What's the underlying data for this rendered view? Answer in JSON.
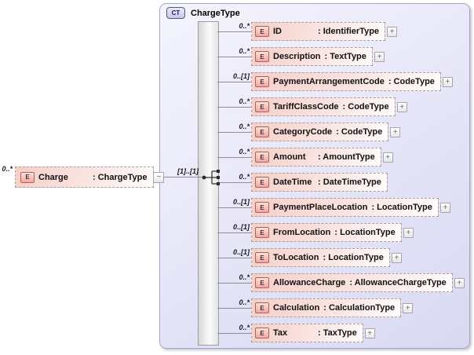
{
  "diagram": {
    "complex_type": {
      "badge": "CT",
      "title": "ChargeType"
    },
    "root": {
      "cardinality": "0..*",
      "icon": "E",
      "name": "Charge",
      "type_label": ": ChargeType",
      "collapse_glyph": "−"
    },
    "connector": {
      "label": "[1]..[1]",
      "compositor": "sequence"
    },
    "expand_glyph": "+",
    "children": [
      {
        "cardinality": "0..*",
        "icon": "E",
        "name": "ID",
        "type_label": ": IdentifierType",
        "expandable": true
      },
      {
        "cardinality": "0..*",
        "icon": "E",
        "name": "Description",
        "type_label": ": TextType",
        "expandable": true
      },
      {
        "cardinality": "0..[1]",
        "icon": "E",
        "name": "PaymentArrangementCode",
        "type_label": ": CodeType",
        "expandable": true
      },
      {
        "cardinality": "0..*",
        "icon": "E",
        "name": "TariffClassCode",
        "type_label": ": CodeType",
        "expandable": true
      },
      {
        "cardinality": "0..*",
        "icon": "E",
        "name": "CategoryCode",
        "type_label": ": CodeType",
        "expandable": true
      },
      {
        "cardinality": "0..*",
        "icon": "E",
        "name": "Amount",
        "type_label": ": AmountType",
        "expandable": true
      },
      {
        "cardinality": "0..*",
        "icon": "E",
        "name": "DateTime",
        "type_label": ": DateTimeType",
        "expandable": false
      },
      {
        "cardinality": "0..[1]",
        "icon": "E",
        "name": "PaymentPlaceLocation",
        "type_label": ": LocationType",
        "expandable": true
      },
      {
        "cardinality": "0..[1]",
        "icon": "E",
        "name": "FromLocation",
        "type_label": ": LocationType",
        "expandable": true
      },
      {
        "cardinality": "0..[1]",
        "icon": "E",
        "name": "ToLocation",
        "type_label": ": LocationType",
        "expandable": true
      },
      {
        "cardinality": "0..*",
        "icon": "E",
        "name": "AllowanceCharge",
        "type_label": ": AllowanceChargeType",
        "expandable": true
      },
      {
        "cardinality": "0..*",
        "icon": "E",
        "name": "Calculation",
        "type_label": ": CalculationType",
        "expandable": true
      },
      {
        "cardinality": "0..*",
        "icon": "E",
        "name": "Tax",
        "type_label": ": TaxType",
        "expandable": true
      }
    ]
  },
  "colors": {
    "container_fill": "#e3e3f7",
    "container_border": "#a6a6c5",
    "element_fill": "#f6cec8",
    "element_border": "#b2625c",
    "badge_border": "#565684",
    "connector": "#8f8f8f"
  }
}
